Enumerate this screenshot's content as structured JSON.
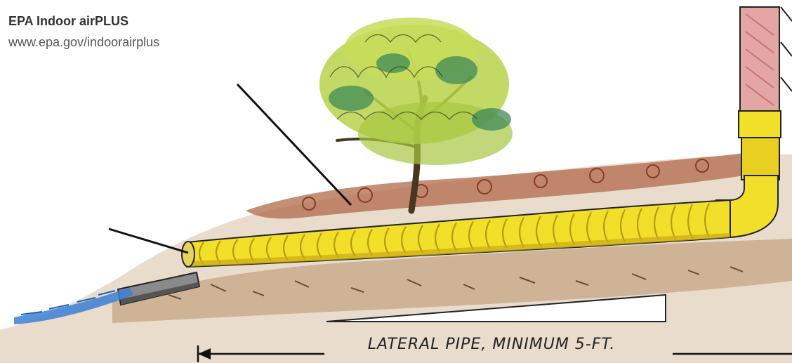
{
  "header": {
    "brand_title": "EPA Indoor airPLUS",
    "brand_url": "www.epa.gov/indoorairplus"
  },
  "dimension": {
    "label": "LATERAL PIPE,  MINIMUM 5-FT."
  },
  "palette": {
    "pipe_yellow": "#f2df2a",
    "pipe_shadow": "#c9a914",
    "soil_brown": "#7a5234",
    "mulch_red": "#a0442a",
    "foliage_green": "#9cc23a",
    "foliage_dark": "#2f7a4a",
    "water_blue": "#3b7fd6",
    "wall_pink": "#d8787a",
    "ink": "#1a1a1a"
  }
}
